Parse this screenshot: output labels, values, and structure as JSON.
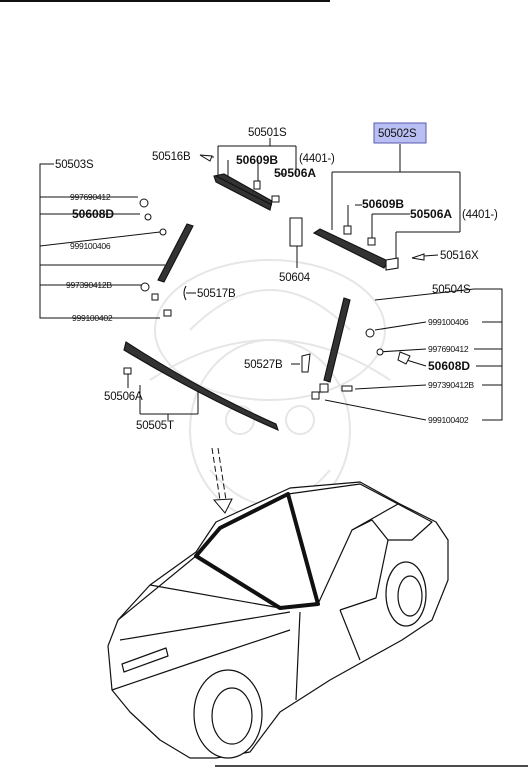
{
  "labels": {
    "p50501S": "50501S",
    "p50502S": "50502S",
    "p50503S": "50503S",
    "p50504S": "50504S",
    "p50505T": "50505T",
    "p50516B": "50516B",
    "p50609B_l": "50609B",
    "p50506A_l": "50506A",
    "p4401_l": "(4401-)",
    "p50609B_r": "50609B",
    "p50506A_r": "50506A",
    "p4401_r": "(4401-)",
    "p50516X": "50516X",
    "p50604": "50604",
    "p997690412_l": "997690412",
    "p50608D_l": "50608D",
    "p999100406_l": "999100406",
    "p997390412B_l": "997390412B",
    "p50517B": "50517B",
    "p999100402_l": "999100402",
    "p999100406_r": "999100406",
    "p997690412_r": "997690412",
    "p50608D_r": "50608D",
    "p50527B": "50527B",
    "p997390412B_r": "997390412B",
    "p999100402_r": "999100402",
    "p50506A_b": "50506A"
  },
  "colors": {
    "highlight_fill": "#b9bff2",
    "highlight_border": "#5a5ab0",
    "ink": "#111111"
  }
}
